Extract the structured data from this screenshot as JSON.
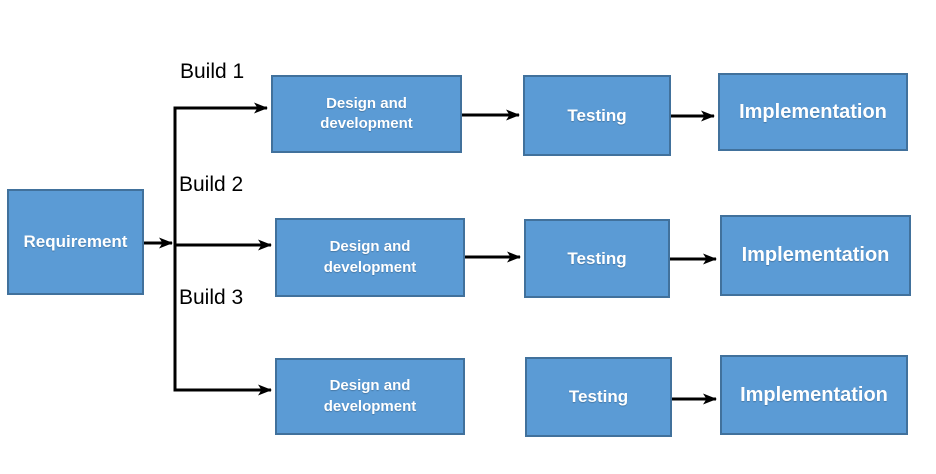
{
  "colors": {
    "box_fill": "#5b9bd5",
    "box_border": "#41719c",
    "box_text": "#ffffff",
    "arrow": "#000000",
    "label_text": "#000000",
    "background": "#ffffff"
  },
  "requirement": {
    "label": "Requirement"
  },
  "builds": [
    {
      "label": "Build 1",
      "stages": {
        "design": "Design and development",
        "testing": "Testing",
        "implementation": "Implementation"
      }
    },
    {
      "label": "Build 2",
      "stages": {
        "design": "Design and development",
        "testing": "Testing",
        "implementation": "Implementation"
      }
    },
    {
      "label": "Build 3",
      "stages": {
        "design": "Design and development",
        "testing": "Testing",
        "implementation": "Implementation"
      }
    }
  ]
}
